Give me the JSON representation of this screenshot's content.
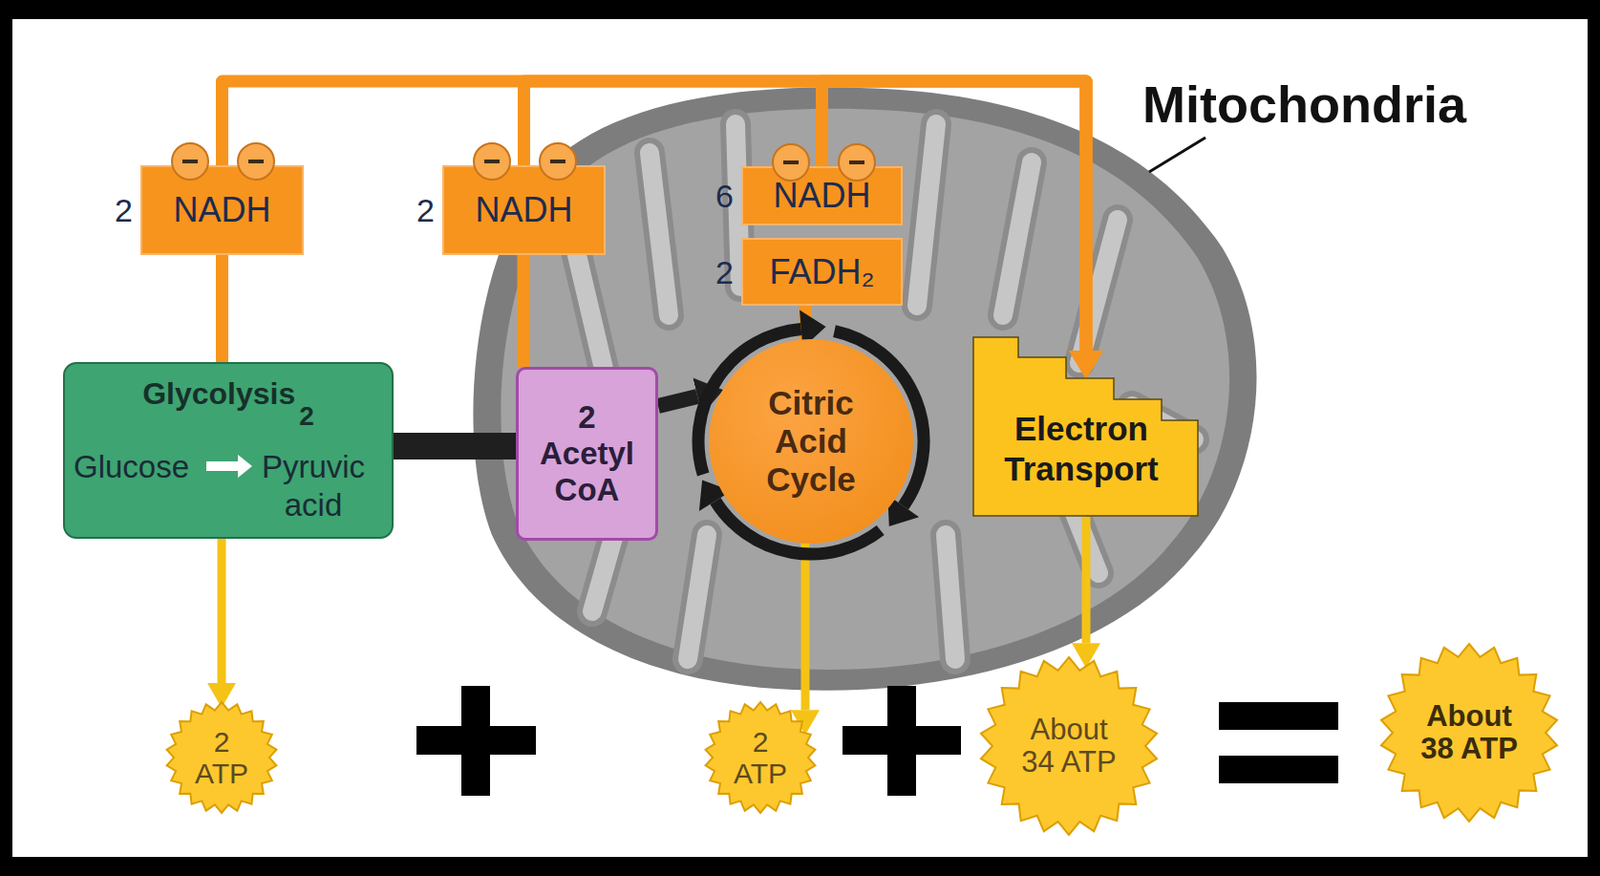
{
  "diagram": {
    "nodes": [
      {
        "text": [
          "2",
          "NADH"
        ]
      },
      {
        "text": [
          "2",
          "NADH"
        ]
      },
      {
        "text": [
          "6",
          "NADH"
        ]
      },
      {
        "text": [
          "2",
          "FADH₂"
        ]
      },
      {
        "text": [
          "Glycolysis",
          "2",
          "Glucose",
          "Pyruvic acid"
        ]
      },
      {
        "text": [
          "2",
          "Acetyl CoA"
        ]
      },
      {
        "text": [
          "Citric Acid Cycle"
        ]
      },
      {
        "text": [
          "Electron Transport"
        ]
      },
      {
        "text": [
          "2 ATP"
        ]
      },
      {
        "text": [
          "2 ATP"
        ]
      },
      {
        "text": [
          "About 34 ATP"
        ]
      },
      {
        "text": [
          "About 38 ATP"
        ]
      }
    ],
    "edges": [
      {
        "from": 0,
        "to": 7,
        "arrow": "to"
      },
      {
        "from": 1,
        "to": 7,
        "arrow": "to"
      },
      {
        "from": 2,
        "to": 7,
        "arrow": "to"
      },
      {
        "from": 4,
        "to": 0,
        "arrow": "none"
      },
      {
        "from": 5,
        "to": 1,
        "arrow": "none"
      },
      {
        "from": 6,
        "to": 3,
        "arrow": "none"
      },
      {
        "from": 4,
        "to": 5,
        "arrow": "none"
      },
      {
        "from": 5,
        "to": 6,
        "arrow": "to"
      },
      {
        "from": 4,
        "to": 8,
        "arrow": "to"
      },
      {
        "from": 6,
        "to": 9,
        "arrow": "to"
      },
      {
        "from": 7,
        "to": 10,
        "arrow": "to"
      }
    ],
    "labels": [
      "Mitochondria"
    ]
  }
}
